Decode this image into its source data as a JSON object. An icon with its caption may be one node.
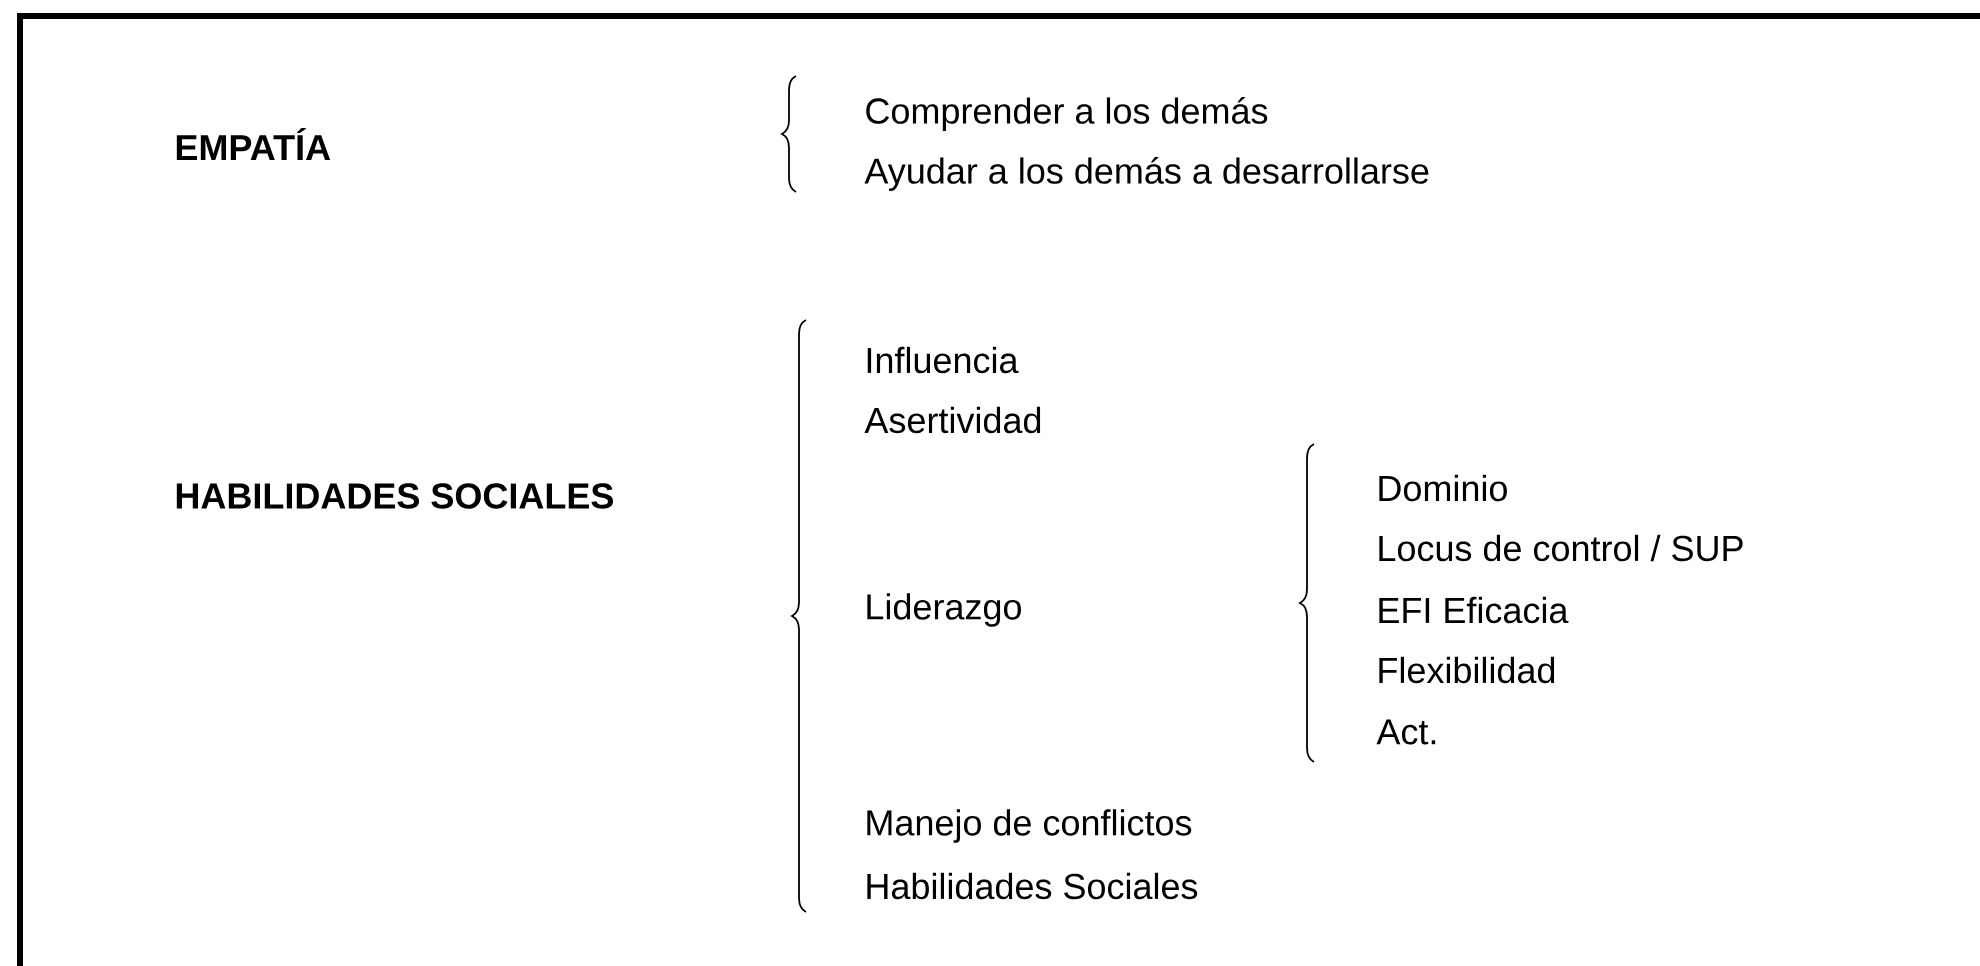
{
  "diagram": {
    "labels": [
      "EMPATÍA",
      "Comprender a los demás",
      "Ayudar a los demás a desarrollarse",
      "HABILIDADES SOCIALES",
      "Influencia",
      "Asertividad",
      "Liderazgo",
      "Dominio",
      "Locus de control / SUP",
      "EFI Eficacia",
      "Flexibilidad",
      "Act.",
      "Manejo de conflictos",
      "Habilidades Sociales"
    ]
  }
}
